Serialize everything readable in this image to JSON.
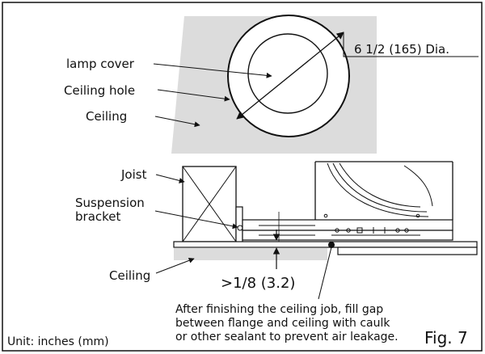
{
  "labels": {
    "lamp_cover": "lamp cover",
    "ceiling_hole": "Ceiling  hole",
    "ceiling_top": "Ceiling",
    "diameter": "6 1/2 (165) Dia.",
    "joist": "Joist",
    "suspension_line1": "Suspension",
    "suspension_line2": "bracket",
    "ceiling_bottom": "Ceiling",
    "gap": ">1/8 (3.2)",
    "note_line1": "After finishing the ceiling job, fill gap",
    "note_line2": "between flange and ceiling with caulk",
    "note_line3": "or other sealant to prevent air leakage.",
    "unit": "Unit: inches (mm)",
    "fig": "Fig. 7"
  },
  "colors": {
    "line": "#111111",
    "ceiling_fill": "#dcdcdc",
    "background": "#ffffff"
  }
}
